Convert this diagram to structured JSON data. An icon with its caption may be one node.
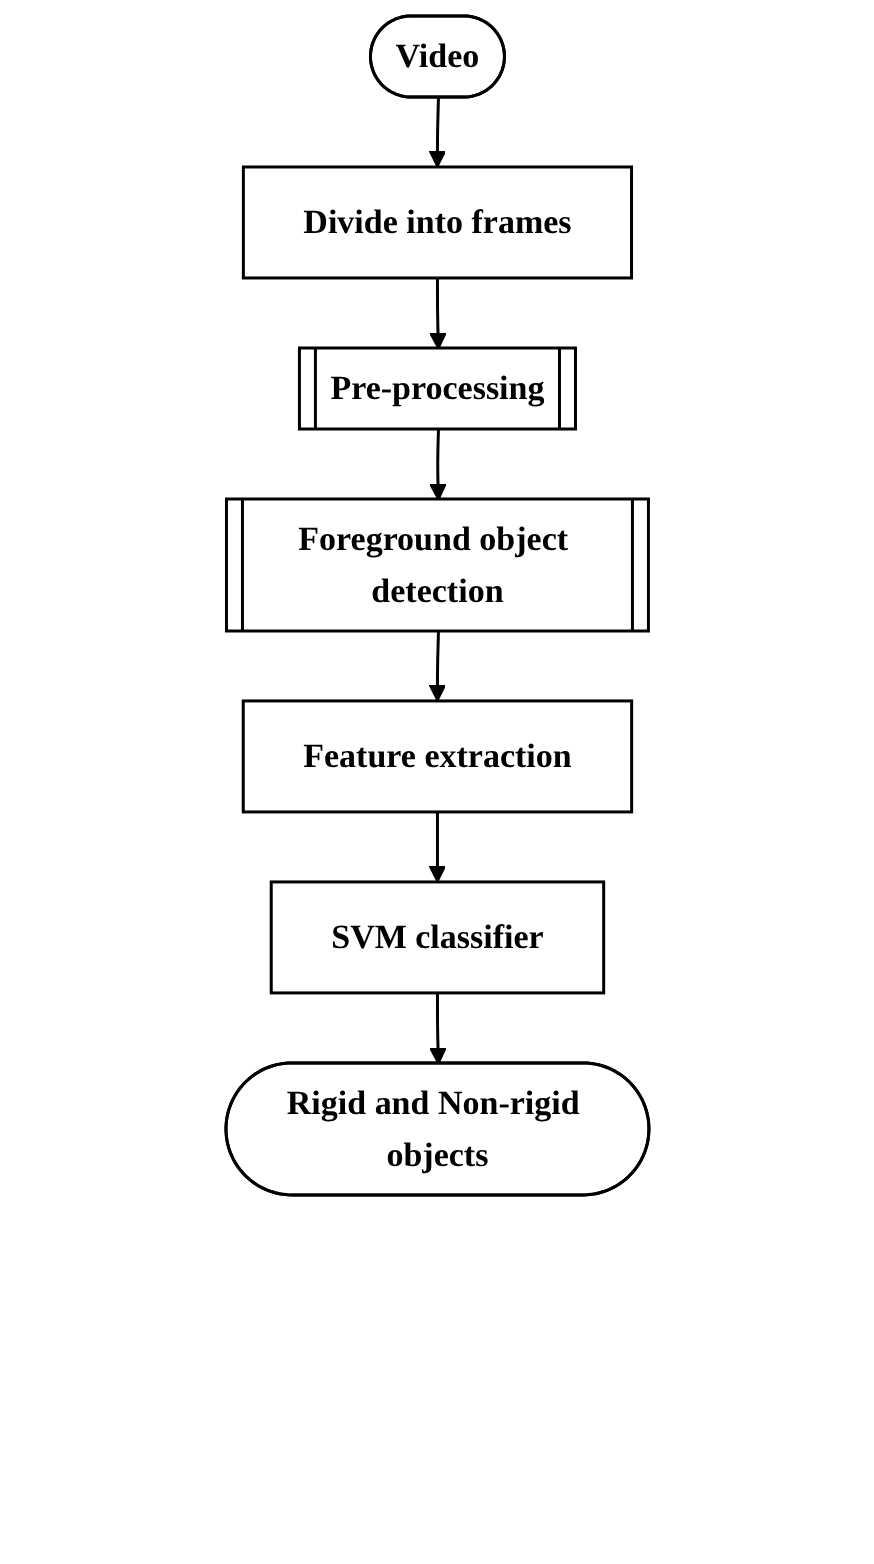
{
  "diagram": {
    "nodes": [
      {
        "text": [
          "Video"
        ]
      },
      {
        "text": [
          "Divide into frames"
        ]
      },
      {
        "text": [
          "Pre-processing"
        ]
      },
      {
        "text": [
          "Foreground object detection"
        ]
      },
      {
        "text": [
          "Feature extraction"
        ]
      },
      {
        "text": [
          "SVM classifier"
        ]
      },
      {
        "text": [
          "Rigid and Non-rigid objects"
        ]
      }
    ],
    "edges": [
      {
        "from": 0,
        "to": 1,
        "arrow": "to"
      },
      {
        "from": 1,
        "to": 2,
        "arrow": "to"
      },
      {
        "from": 2,
        "to": 3,
        "arrow": "to"
      },
      {
        "from": 3,
        "to": 4,
        "arrow": "to"
      },
      {
        "from": 4,
        "to": 5,
        "arrow": "to"
      },
      {
        "from": 5,
        "to": 6,
        "arrow": "to"
      }
    ]
  }
}
